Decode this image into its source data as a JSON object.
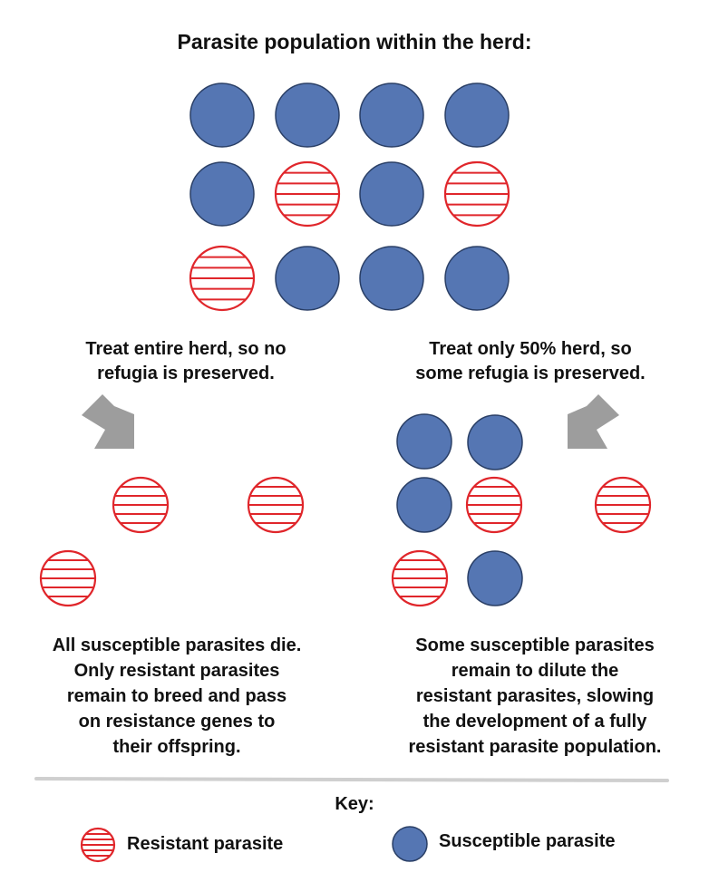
{
  "title": "Parasite population within the herd:",
  "herd_grid": [
    [
      "susceptible",
      "susceptible",
      "susceptible",
      "susceptible"
    ],
    [
      "susceptible",
      "resistant",
      "susceptible",
      "resistant"
    ],
    [
      "resistant",
      "susceptible",
      "susceptible",
      "susceptible"
    ]
  ],
  "left_branch": {
    "treatment": "Treat entire herd, so no\nrefugia is preserved.",
    "outcome": "All susceptible parasites die.\nOnly resistant parasites\nremain to breed and pass\non resistance genes to\ntheir offspring.",
    "remaining": [
      "resistant",
      "resistant",
      "resistant"
    ]
  },
  "right_branch": {
    "treatment": "Treat only 50% herd, so\nsome refugia is preserved.",
    "outcome": "Some susceptible parasites\nremain to dilute the\nresistant parasites, slowing\nthe development of a fully\nresistant parasite population.",
    "remaining": [
      "susceptible",
      "susceptible",
      "susceptible",
      "resistant",
      "resistant",
      "resistant",
      "susceptible"
    ]
  },
  "key": {
    "title": "Key:",
    "resistant_label": "Resistant parasite",
    "susceptible_label": "Susceptible parasite"
  },
  "colors": {
    "susceptible_fill": "#5576b3",
    "susceptible_stroke": "#2a3f66",
    "resistant_stroke": "#e0262b",
    "arrow": "#9d9d9d",
    "divider": "#cfcfcf"
  }
}
